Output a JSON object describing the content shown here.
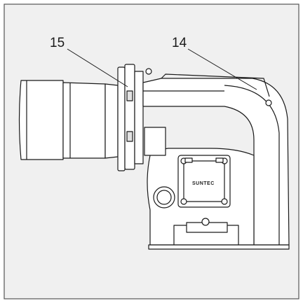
{
  "figure": {
    "callouts": [
      {
        "id": "15",
        "label": "15"
      },
      {
        "id": "14",
        "label": "14"
      }
    ],
    "pump_brand": "SUNTEC",
    "colors": {
      "background": "#f0f0f0",
      "border": "#555555",
      "ink": "#1a1a1a",
      "tube_fill": "#ffffff",
      "shade": "#e2e2e2"
    }
  }
}
